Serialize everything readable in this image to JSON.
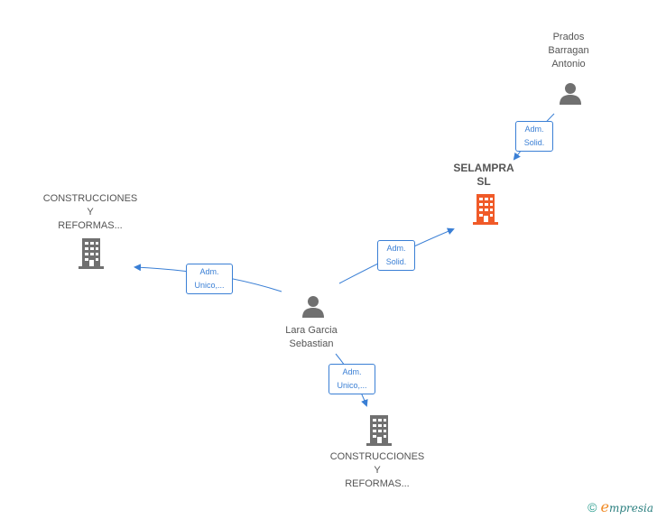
{
  "nodes": {
    "prados": {
      "lines": [
        "Prados",
        "Barragan",
        "Antonio"
      ],
      "type": "person"
    },
    "selampra": {
      "lines": [
        "SELAMPRA",
        "SL"
      ],
      "type": "company-focus"
    },
    "construcciones_left": {
      "lines": [
        "CONSTRUCCIONES",
        "Y",
        "REFORMAS..."
      ],
      "type": "company"
    },
    "lara": {
      "lines": [
        "Lara Garcia",
        "Sebastian"
      ],
      "type": "person"
    },
    "construcciones_bottom": {
      "lines": [
        "CONSTRUCCIONES",
        "Y",
        "REFORMAS..."
      ],
      "type": "company"
    }
  },
  "edges": [
    {
      "from": "prados",
      "to": "selampra",
      "label": [
        "Adm.",
        "Solid."
      ]
    },
    {
      "from": "lara",
      "to": "construcciones_left",
      "label": [
        "Adm.",
        "Unico,..."
      ]
    },
    {
      "from": "lara",
      "to": "selampra",
      "label": [
        "Adm.",
        "Solid."
      ]
    },
    {
      "from": "lara",
      "to": "construcciones_bottom",
      "label": [
        "Adm.",
        "Unico,..."
      ]
    }
  ],
  "colors": {
    "edge": "#3a7fd5",
    "person_icon": "#707070",
    "company_icon": "#707070",
    "focus_icon": "#f05a28"
  },
  "footer": {
    "copyright_symbol": "©",
    "brand_initial": "e",
    "brand_rest": "mpresia"
  }
}
